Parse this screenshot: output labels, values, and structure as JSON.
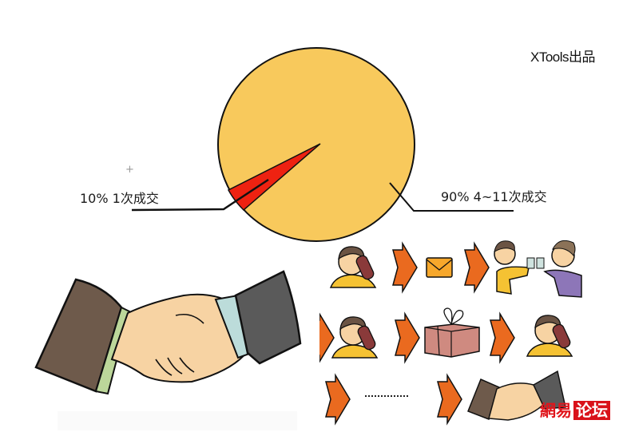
{
  "credit": "XTools出品",
  "chart_data": {
    "type": "pie",
    "title": "",
    "slices": [
      {
        "label": "1次成交",
        "value": 10,
        "display": "10% 1次成交",
        "color": "#ee2211"
      },
      {
        "label": "4~11次成交",
        "value": 90,
        "display": "90% 4~11次成交",
        "color": "#f8c95c"
      }
    ],
    "legend_position": "callout-labels"
  },
  "labels": {
    "small_slice": "10% 1次成交",
    "large_slice": "90% 4~11次成交"
  },
  "cursor_glyph": "+",
  "process_flow": {
    "rows": [
      [
        "phone-call-person",
        "arrow",
        "envelope",
        "arrow",
        "toasting-people"
      ],
      [
        "arrow",
        "phone-call-person",
        "arrow",
        "gift-box",
        "arrow",
        "phone-call-person"
      ],
      [
        "arrow",
        "ellipsis",
        "arrow",
        "handshake"
      ]
    ],
    "ellipsis_text": "............"
  },
  "watermark": {
    "part1": "網易",
    "part2": "论坛"
  },
  "colors": {
    "pie_main": "#f8c95c",
    "pie_slice": "#ee2211",
    "arrow": "#ea6a1f",
    "outline": "#111111"
  }
}
